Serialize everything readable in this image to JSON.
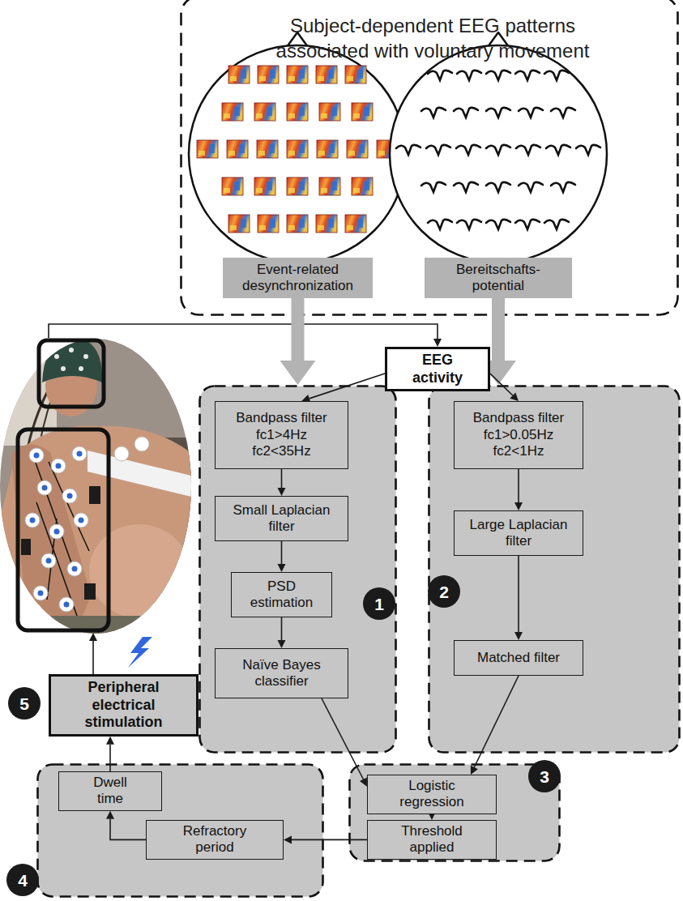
{
  "diagram": {
    "nodes": [
      {
        "text": [
          "Subject-dependent EEG patterns associated with voluntary movement"
        ]
      },
      {
        "text": [
          "Event-related desynchronization"
        ],
        "in": 0
      },
      {
        "text": [
          "Bereitschafts- potential"
        ],
        "in": 0
      },
      {
        "text": [
          "EEG activity"
        ]
      },
      {
        "text": [
          "1"
        ]
      },
      {
        "text": [
          "Bandpass filter fc1>4Hz fc2<35Hz"
        ],
        "in": 4
      },
      {
        "text": [
          "Small Laplacian filter"
        ],
        "in": 4
      },
      {
        "text": [
          "PSD estimation"
        ],
        "in": 4
      },
      {
        "text": [
          "Naïve Bayes classifier"
        ],
        "in": 4
      },
      {
        "text": [
          "2"
        ]
      },
      {
        "text": [
          "Bandpass filter fc1>0.05Hz fc2<1Hz"
        ],
        "in": 9
      },
      {
        "text": [
          "Large Laplacian filter"
        ],
        "in": 9
      },
      {
        "text": [
          "Matched filter"
        ],
        "in": 9
      },
      {
        "text": [
          "3"
        ]
      },
      {
        "text": [
          "Logistic regression"
        ],
        "in": 13
      },
      {
        "text": [
          "Threshold applied"
        ],
        "in": 13
      },
      {
        "text": [
          "4"
        ]
      },
      {
        "text": [
          "Refractory period"
        ],
        "in": 16
      },
      {
        "text": [
          "Dwell time"
        ],
        "in": 16
      },
      {
        "text": [
          "Peripheral electrical stimulation"
        ]
      }
    ],
    "edges": [
      {
        "from": 1,
        "to": 4,
        "arrow": "to"
      },
      {
        "from": 2,
        "to": 9,
        "arrow": "to"
      },
      {
        "from": 3,
        "to": 5,
        "arrow": "to"
      },
      {
        "from": 3,
        "to": 10,
        "arrow": "to"
      },
      {
        "from": 5,
        "to": 6,
        "arrow": "to"
      },
      {
        "from": 6,
        "to": 7,
        "arrow": "to"
      },
      {
        "from": 7,
        "to": 8,
        "arrow": "to"
      },
      {
        "from": 10,
        "to": 11,
        "arrow": "to"
      },
      {
        "from": 11,
        "to": 12,
        "arrow": "to"
      },
      {
        "from": 8,
        "to": 14,
        "arrow": "to"
      },
      {
        "from": 12,
        "to": 14,
        "arrow": "to"
      },
      {
        "from": 14,
        "to": 15,
        "arrow": "to"
      },
      {
        "from": 15,
        "to": 17,
        "arrow": "to"
      },
      {
        "from": 17,
        "to": 18,
        "arrow": "to"
      },
      {
        "from": 18,
        "to": 19,
        "arrow": "to"
      }
    ],
    "labels": [
      "5"
    ]
  }
}
